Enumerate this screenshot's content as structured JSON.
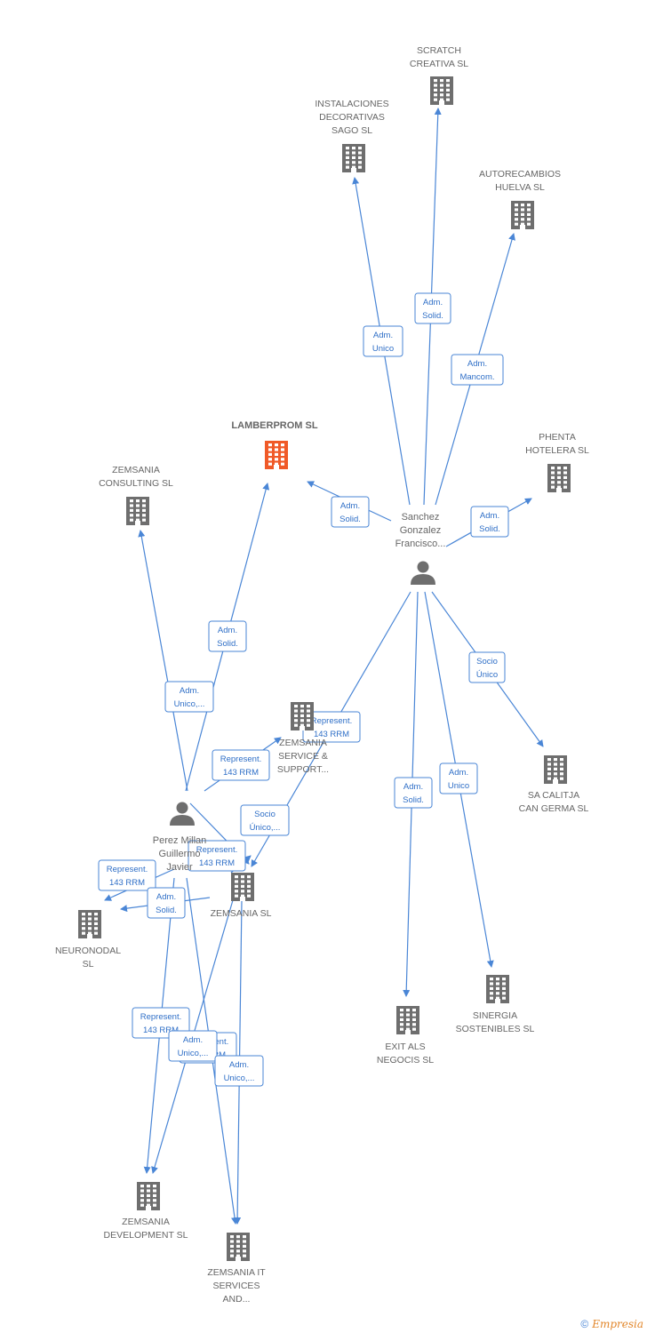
{
  "nodes": [
    {
      "id": "scratch",
      "kind": "company",
      "lines": [
        "SCRATCH",
        "CREATIVA SL"
      ]
    },
    {
      "id": "sago",
      "kind": "company",
      "lines": [
        "INSTALACIONES",
        "DECORATIVAS",
        "SAGO SL"
      ]
    },
    {
      "id": "autorecambios",
      "kind": "company",
      "lines": [
        "AUTORECAMBIOS",
        "HUELVA SL"
      ]
    },
    {
      "id": "lamberprom",
      "kind": "focus",
      "lines": [
        "LAMBERPROM SL"
      ]
    },
    {
      "id": "phenta",
      "kind": "company",
      "lines": [
        "PHENTA",
        "HOTELERA SL"
      ]
    },
    {
      "id": "zconsulting",
      "kind": "company",
      "lines": [
        "ZEMSANIA",
        "CONSULTING SL"
      ]
    },
    {
      "id": "sanchez",
      "kind": "person",
      "lines": [
        "Sanchez",
        "Gonzalez",
        "Francisco..."
      ]
    },
    {
      "id": "zservice",
      "kind": "company",
      "lines": [
        "ZEMSANIA",
        "SERVICE &",
        "SUPPORT..."
      ]
    },
    {
      "id": "calitja",
      "kind": "company",
      "lines": [
        "SA CALITJA",
        "CAN GERMA SL"
      ]
    },
    {
      "id": "perez",
      "kind": "person",
      "lines": [
        "Perez Millan",
        "Guillermo",
        "Javier"
      ]
    },
    {
      "id": "zemsania",
      "kind": "company",
      "lines": [
        "ZEMSANIA SL"
      ]
    },
    {
      "id": "neuronodal",
      "kind": "company",
      "lines": [
        "NEURONODAL",
        "SL"
      ]
    },
    {
      "id": "exitals",
      "kind": "company",
      "lines": [
        "EXIT ALS",
        "NEGOCIS SL"
      ]
    },
    {
      "id": "sinergia",
      "kind": "company",
      "lines": [
        "SINERGIA",
        "SOSTENIBLES SL"
      ]
    },
    {
      "id": "zdevelopment",
      "kind": "company",
      "lines": [
        "ZEMSANIA",
        "DEVELOPMENT SL"
      ]
    },
    {
      "id": "zitservices",
      "kind": "company",
      "lines": [
        "ZEMSANIA IT",
        "SERVICES",
        "AND..."
      ]
    }
  ],
  "edges": [
    {
      "from": "sanchez",
      "to": "sago",
      "label": [
        "Adm.",
        "Unico"
      ]
    },
    {
      "from": "sanchez",
      "to": "scratch",
      "label": [
        "Adm.",
        "Solid."
      ]
    },
    {
      "from": "sanchez",
      "to": "autorecambios",
      "label": [
        "Adm.",
        "Mancom."
      ]
    },
    {
      "from": "sanchez",
      "to": "lamberprom",
      "label": [
        "Adm.",
        "Solid."
      ]
    },
    {
      "from": "sanchez",
      "to": "phenta",
      "label": [
        "Adm.",
        "Solid."
      ]
    },
    {
      "from": "sanchez",
      "to": "calitja",
      "label": [
        "Socio",
        "Único"
      ]
    },
    {
      "from": "sanchez",
      "to": "exitals",
      "label": [
        "Adm.",
        "Solid."
      ]
    },
    {
      "from": "sanchez",
      "to": "sinergia",
      "label": [
        "Adm.",
        "Unico"
      ]
    },
    {
      "from": "sanchez",
      "to": "zemsania",
      "label": [
        "Represent.",
        "143 RRM"
      ]
    },
    {
      "from": "perez",
      "to": "lamberprom",
      "label": [
        "Adm.",
        "Solid."
      ]
    },
    {
      "from": "perez",
      "to": "zconsulting",
      "label": [
        "Adm.",
        "Unico,..."
      ]
    },
    {
      "from": "perez",
      "to": "zservice",
      "label": [
        "Represent.",
        "143 RRM"
      ]
    },
    {
      "from": "perez",
      "to": "zemsania",
      "label": [
        "Represent.",
        "143 RRM"
      ]
    },
    {
      "from": "perez",
      "to": "neuronodal",
      "label": [
        "Represent.",
        "143 RRM"
      ]
    },
    {
      "from": "perez",
      "to": "zdevelopment",
      "label": [
        "Represent.",
        "143 RRM"
      ]
    },
    {
      "from": "perez",
      "to": "zitservices",
      "label": [
        "Represent.",
        "143 RRM"
      ]
    },
    {
      "from": "zemsania",
      "to": "zservice",
      "label": [
        "Socio",
        "Único,..."
      ]
    },
    {
      "from": "zemsania",
      "to": "neuronodal",
      "label": [
        "Adm.",
        "Solid."
      ]
    },
    {
      "from": "zemsania",
      "to": "zdevelopment",
      "label": [
        "Adm.",
        "Unico,..."
      ]
    },
    {
      "from": "zemsania",
      "to": "zitservices",
      "label": [
        "Adm.",
        "Unico,..."
      ]
    }
  ],
  "colors": {
    "edge": "#4a86d6",
    "company_icon": "#6e6e6e",
    "focus_icon": "#f05a28",
    "label": "#666666"
  },
  "icons": {
    "company": "building-icon",
    "person": "person-icon"
  },
  "footer": {
    "copyright": "©",
    "brand": "Empresia"
  }
}
